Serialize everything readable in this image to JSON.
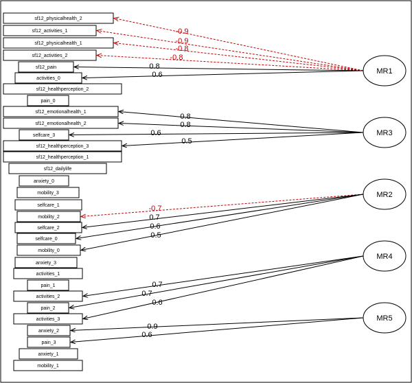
{
  "palette": {
    "positive": "#000000",
    "negative": "#c00000"
  },
  "variables": [
    "sf12_physicalhealth_2",
    "sf12_activities_1",
    "sf12_physicalhealth_1",
    "sf12_activities_2",
    "sf12_pain",
    "activities_0",
    "sf12_healthperception_2",
    "pain_0",
    "sf12_emotionalhealth_1",
    "sf12_emotionalhealth_2",
    "selfcare_3",
    "sf12_healthperception_3",
    "sf12_healthperception_1",
    "sf12_dailylife",
    "anxiety_0",
    "mobility_3",
    "selfcare_1",
    "mobility_2",
    "selfcare_2",
    "selfcare_0",
    "mobility_0",
    "anxiety_3",
    "activities_1",
    "pain_1",
    "activities_2",
    "pain_2",
    "activities_3",
    "anxiety_2",
    "pain_3",
    "anxiety_1",
    "mobility_1"
  ],
  "factors": [
    "MR1",
    "MR3",
    "MR2",
    "MR4",
    "MR5"
  ],
  "loadings": [
    {
      "factor": "MR1",
      "item": "sf12_physicalhealth_2",
      "label": "-0.9",
      "sign": "negative"
    },
    {
      "factor": "MR1",
      "item": "sf12_activities_1",
      "label": "-0.9",
      "sign": "negative"
    },
    {
      "factor": "MR1",
      "item": "sf12_physicalhealth_1",
      "label": "-0.8",
      "sign": "negative"
    },
    {
      "factor": "MR1",
      "item": "sf12_activities_2",
      "label": "-0.8",
      "sign": "negative"
    },
    {
      "factor": "MR1",
      "item": "sf12_pain",
      "label": "0.8",
      "sign": "positive"
    },
    {
      "factor": "MR1",
      "item": "activities_0",
      "label": "0.6",
      "sign": "positive"
    },
    {
      "factor": "MR3",
      "item": "sf12_emotionalhealth_1",
      "label": "0.8",
      "sign": "positive"
    },
    {
      "factor": "MR3",
      "item": "sf12_emotionalhealth_2",
      "label": "0.8",
      "sign": "positive"
    },
    {
      "factor": "MR3",
      "item": "selfcare_3",
      "label": "0.6",
      "sign": "positive"
    },
    {
      "factor": "MR3",
      "item": "sf12_healthperception_3",
      "label": "0.5",
      "sign": "positive"
    },
    {
      "factor": "MR2",
      "item": "mobility_2",
      "label": "-0.7",
      "sign": "negative"
    },
    {
      "factor": "MR2",
      "item": "selfcare_2",
      "label": "0.7",
      "sign": "positive"
    },
    {
      "factor": "MR2",
      "item": "selfcare_0",
      "label": "0.6",
      "sign": "positive"
    },
    {
      "factor": "MR2",
      "item": "mobility_0",
      "label": "0.5",
      "sign": "positive"
    },
    {
      "factor": "MR4",
      "item": "activities_2",
      "label": "0.7",
      "sign": "positive"
    },
    {
      "factor": "MR4",
      "item": "pain_2",
      "label": "0.7",
      "sign": "positive"
    },
    {
      "factor": "MR4",
      "item": "activities_3",
      "label": "0.6",
      "sign": "positive"
    },
    {
      "factor": "MR5",
      "item": "anxiety_2",
      "label": "0.9",
      "sign": "positive"
    },
    {
      "factor": "MR5",
      "item": "pain_3",
      "label": "0.6",
      "sign": "positive"
    }
  ]
}
